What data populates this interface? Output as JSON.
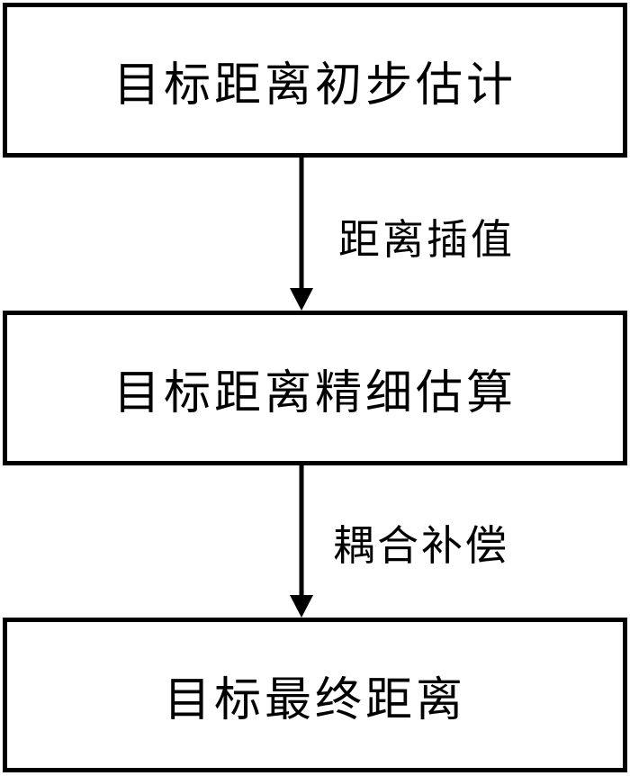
{
  "nodes": [
    {
      "id": "step1",
      "label": "目标距离初步估计"
    },
    {
      "id": "step2",
      "label": "目标距离精细估算"
    },
    {
      "id": "step3",
      "label": "目标最终距离"
    }
  ],
  "edges": [
    {
      "from": "step1",
      "to": "step2",
      "label": "距离插值"
    },
    {
      "from": "step2",
      "to": "step3",
      "label": "耦合补偿"
    }
  ]
}
